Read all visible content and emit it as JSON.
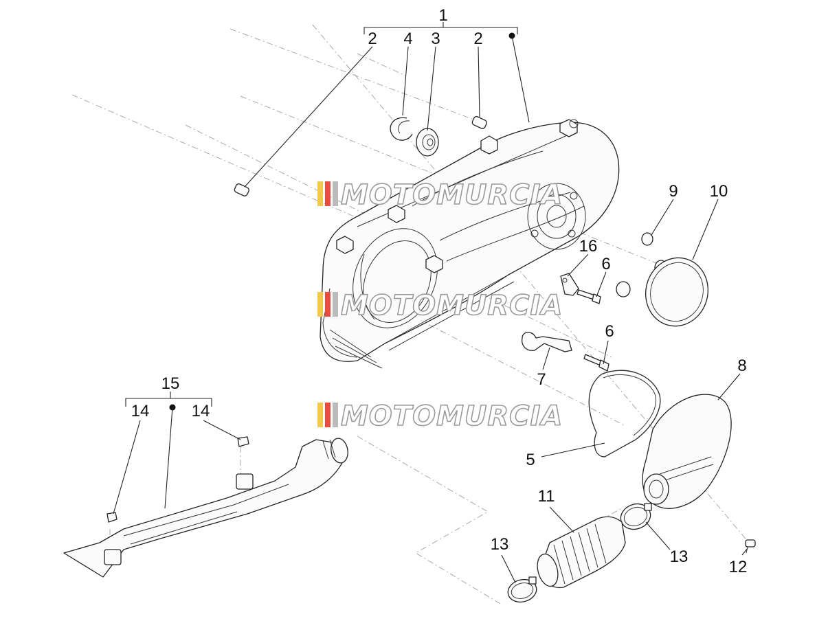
{
  "labels": {
    "l1": "1",
    "l2a": "2",
    "l4": "4",
    "l3": "3",
    "l2b": "2",
    "l9": "9",
    "l10": "10",
    "l16": "16",
    "l6a": "6",
    "l6b": "6",
    "l7": "7",
    "l8": "8",
    "l5": "5",
    "l11": "11",
    "l13a": "13",
    "l13b": "13",
    "l12": "12",
    "l15": "15",
    "l14a": "14",
    "l14b": "14"
  },
  "watermark": {
    "text": "MOTOMURCIA",
    "stripe_colors": [
      "#f2c94c",
      "#e74c3c",
      "#bbbbbb"
    ]
  }
}
